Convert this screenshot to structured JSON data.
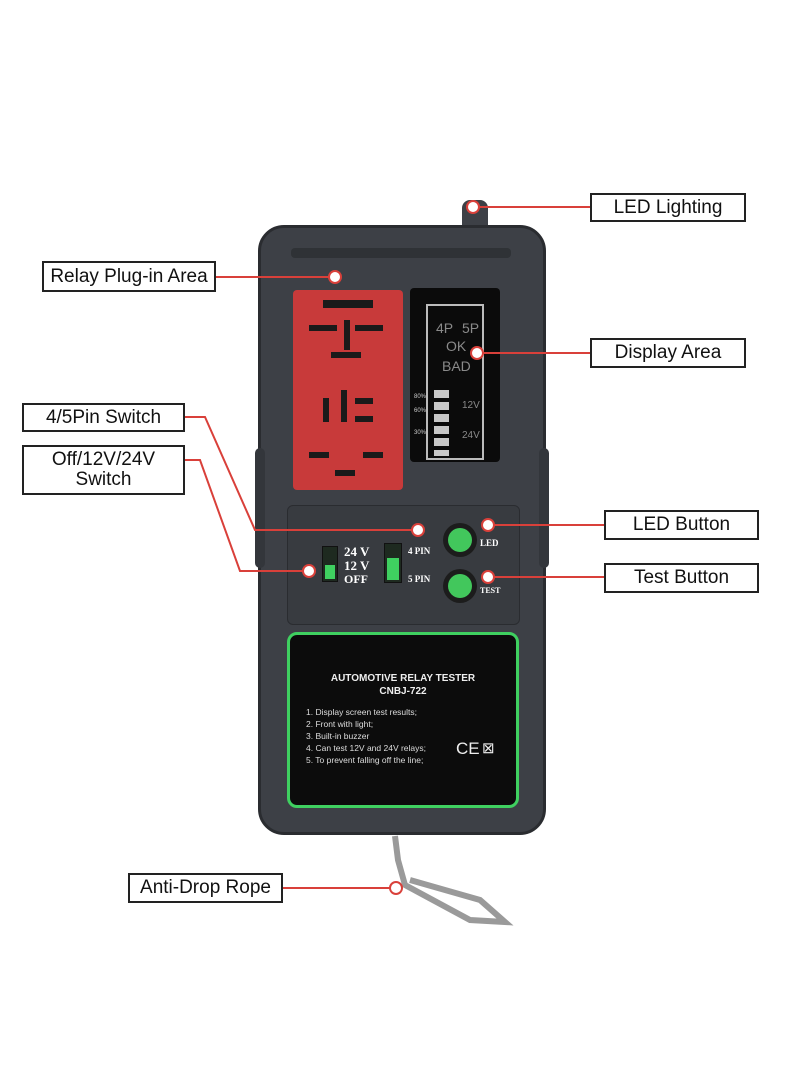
{
  "callouts": {
    "led_lighting": "LED Lighting",
    "relay_area": "Relay Plug-in Area",
    "display_area": "Display Area",
    "pin_switch": "4/5Pin Switch",
    "voltage_switch": "Off/12V/24V Switch",
    "led_button": "LED Button",
    "test_button": "Test Button",
    "rope": "Anti-Drop Rope"
  },
  "display": {
    "p4": "4P",
    "p5": "5P",
    "ok": "OK",
    "bad": "BAD",
    "v12": "12V",
    "v24": "24V",
    "pct80": "80%",
    "pct60": "60%",
    "pct30": "30%"
  },
  "switches": {
    "v24": "24 V",
    "v12": "12 V",
    "off": "OFF",
    "pin4": "4 PIN",
    "pin5": "5 PIN",
    "led": "LED",
    "test": "TEST"
  },
  "plate": {
    "title": "AUTOMOTIVE RELAY TESTER",
    "model": "CNBJ-722",
    "features": [
      "1. Display screen test results;",
      "2. Front with light;",
      "3. Built-in buzzer",
      "4. Can test 12V and 24V relays;",
      "5. To prevent falling off the line;"
    ],
    "marks": "CE"
  },
  "colors": {
    "accent": "#d9403a",
    "green": "#3fd060",
    "relay": "#c83a3a",
    "body": "#3d4046"
  }
}
